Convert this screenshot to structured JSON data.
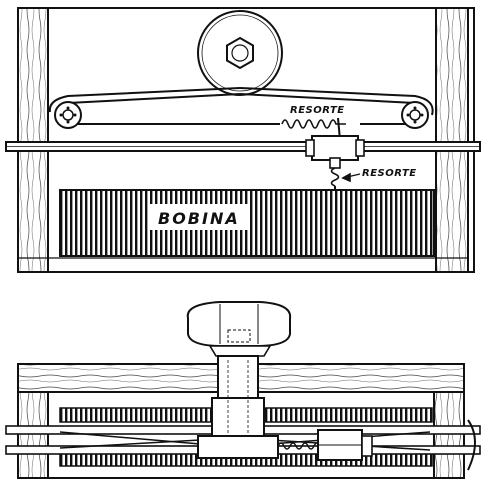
{
  "labels": {
    "spring_top": "RESORTE",
    "spring_side": "RESORTE",
    "coil": "BOBINA"
  },
  "colors": {
    "ink": "#111111",
    "paper": "#ffffff",
    "wood": "#f4f4f4"
  }
}
